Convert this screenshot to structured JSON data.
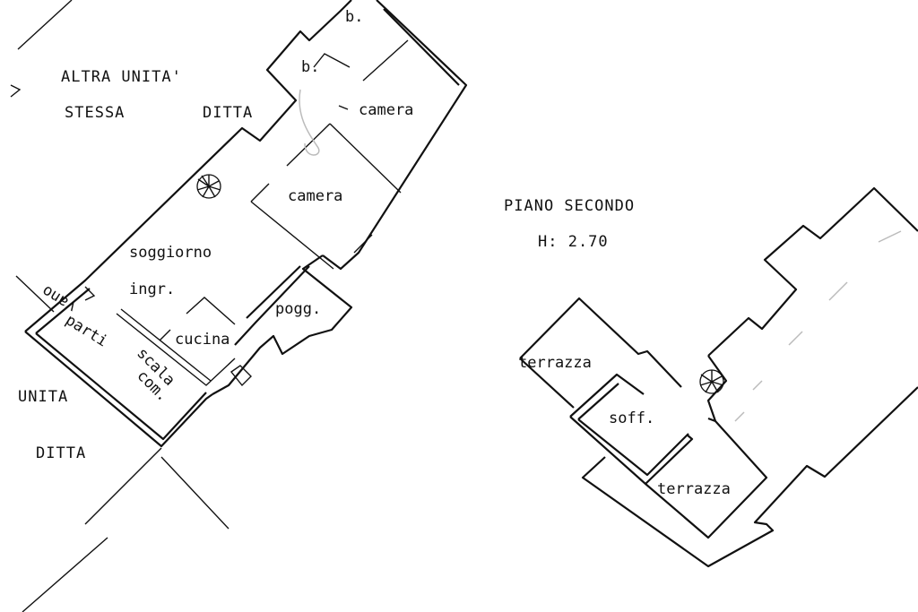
{
  "left_plan": {
    "labels": {
      "altra_unita": "ALTRA UNITA'",
      "stessa": "STESSA",
      "ditta_top": "DITTA",
      "bagno_1": "b.",
      "bagno_2": "b.",
      "camera_1": "camera",
      "camera_2": "camera",
      "soggiorno": "soggiorno",
      "ingresso": "ingr.",
      "poggiolo": "pogg.",
      "cucina": "cucina",
      "vano": "vano",
      "parti": "parti",
      "scala": "scala",
      "com": "com.",
      "unita_bottom": "UNITA",
      "ditta_bottom": "DITTA"
    }
  },
  "right_plan": {
    "title": "PIANO SECONDO",
    "height": "H: 2.70",
    "labels": {
      "terrazza_1": "terrazza",
      "soffitta": "soff.",
      "terrazza_2": "terrazza"
    }
  }
}
